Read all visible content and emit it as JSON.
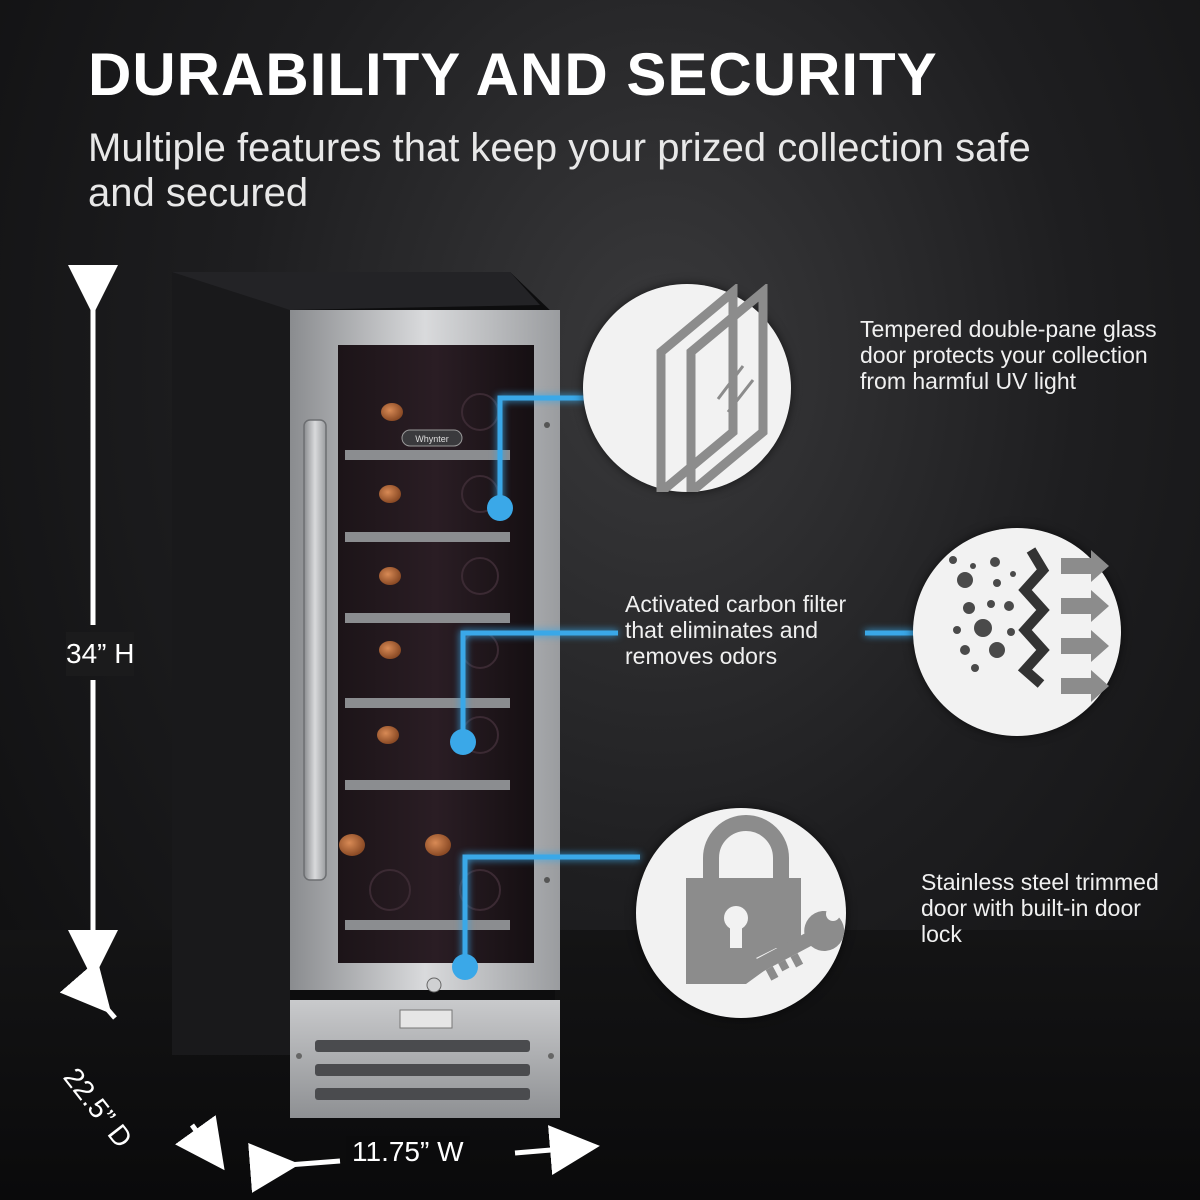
{
  "headline": {
    "title": "DURABILITY AND SECURITY",
    "subtitle": "Multiple features that keep your prized collection safe and secured"
  },
  "dimensions": {
    "height": "34” H",
    "width": "11.75” W",
    "depth": "22.5” D"
  },
  "product": {
    "brand": "Whynter"
  },
  "features": [
    {
      "text": "Tempered double-pane glass door protects your collection from harmful UV light",
      "icon": "double-pane-glass-icon"
    },
    {
      "text": "Activated carbon filter that eliminates and removes odors",
      "icon": "carbon-filter-icon"
    },
    {
      "text": "Stainless steel trimmed door with built-in door lock",
      "icon": "lock-and-key-icon"
    }
  ],
  "colors": {
    "accent": "#3aa8e8",
    "icon_gray": "#8c8c8c",
    "circle_bg": "#f2f2f2"
  }
}
